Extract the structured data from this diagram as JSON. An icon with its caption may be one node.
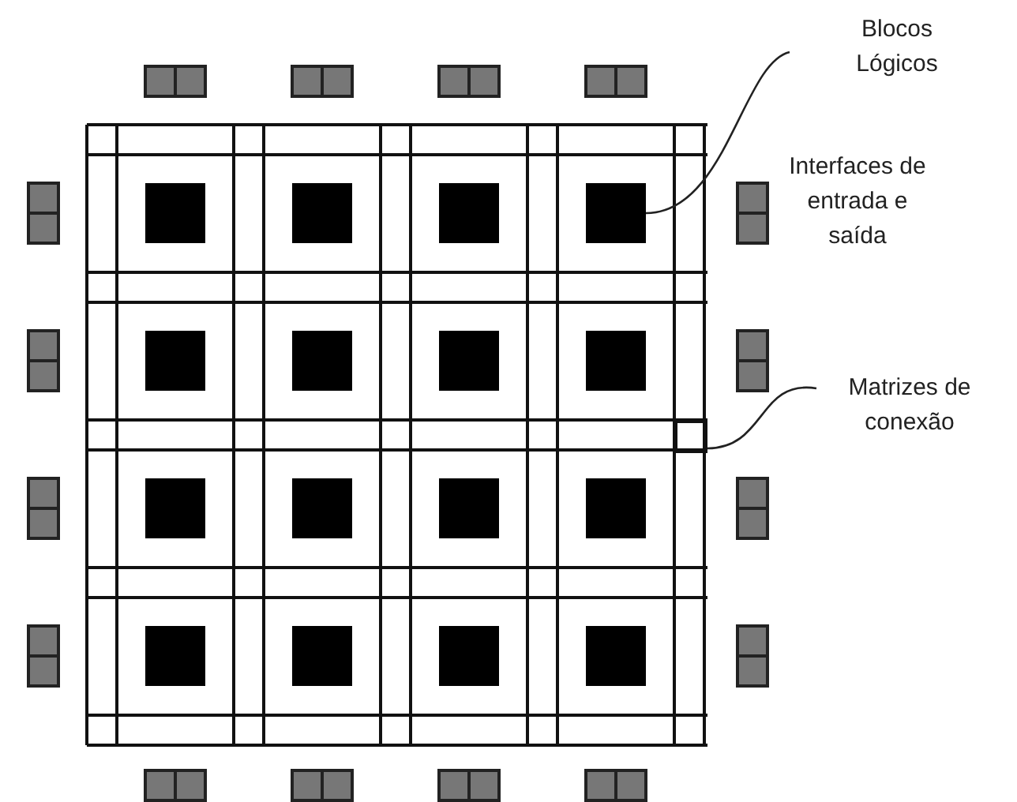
{
  "diagram": {
    "nodes": [
      {
        "text": [
          "Blocos Lógicos"
        ]
      },
      {
        "text": [],
        "shape": "box"
      },
      {
        "text": [
          "Matrizes de conexão"
        ]
      },
      {
        "text": [],
        "shape": "box"
      }
    ],
    "edges": [
      {
        "from": 0,
        "to": 1,
        "arrow": "none"
      },
      {
        "from": 2,
        "to": 3,
        "arrow": "none"
      }
    ],
    "labels": [
      "Interfaces de entrada e saída"
    ]
  }
}
